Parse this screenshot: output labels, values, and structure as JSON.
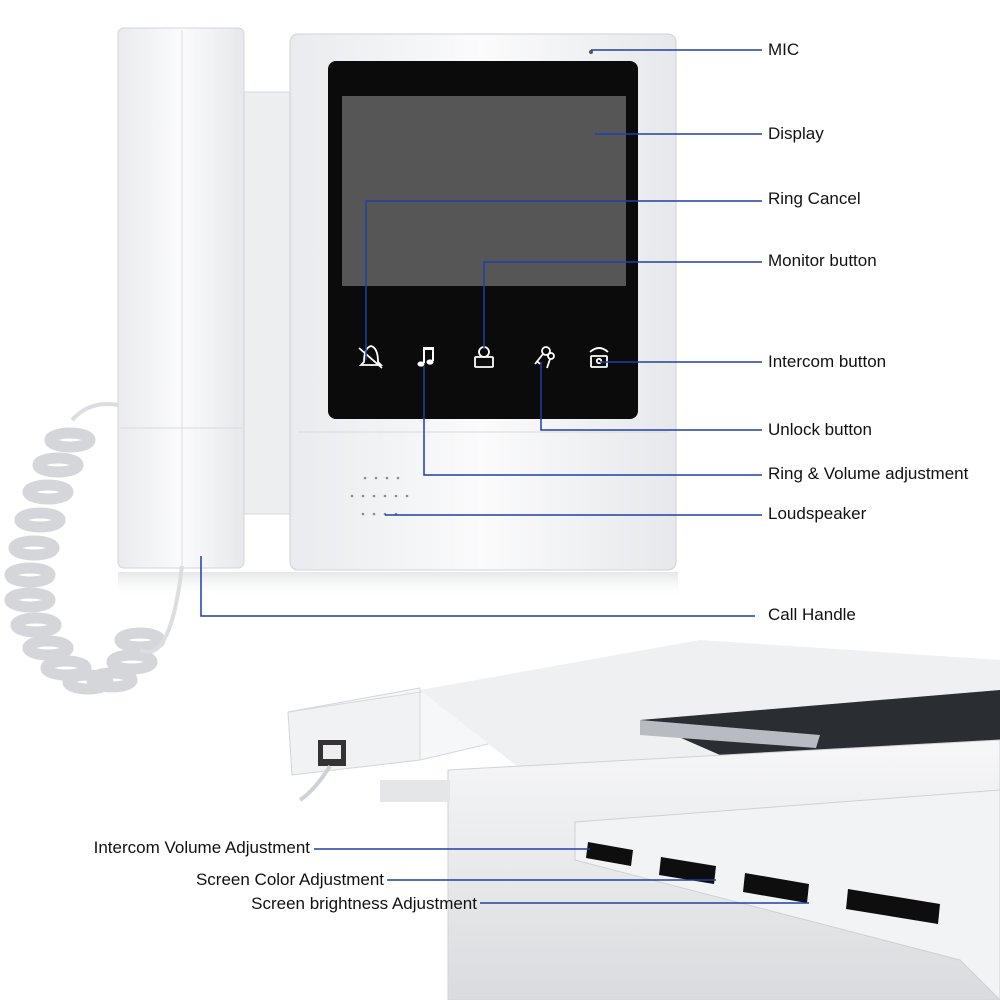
{
  "callouts_top": {
    "mic": "MIC",
    "display": "Display",
    "ring_cancel": "Ring Cancel",
    "monitor_button": "Monitor button",
    "intercom_button": "Intercom button",
    "unlock_button": "Unlock button",
    "ring_volume": "Ring & Volume adjustment",
    "loudspeaker": "Loudspeaker",
    "call_handle": "Call Handle"
  },
  "callouts_bottom": {
    "intercom_volume": "Intercom Volume Adjustment",
    "screen_color": "Screen Color Adjustment",
    "screen_brightness": "Screen brightness Adjustment"
  },
  "colors": {
    "leader_line": "#1f3fa6",
    "device_body": "#f4f5f7",
    "screen_bezel": "#0b0b0b",
    "screen": "#555555"
  },
  "icons": [
    "bell-off-icon",
    "music-note-icon",
    "monitor-person-icon",
    "keys-icon",
    "telephone-icon"
  ]
}
